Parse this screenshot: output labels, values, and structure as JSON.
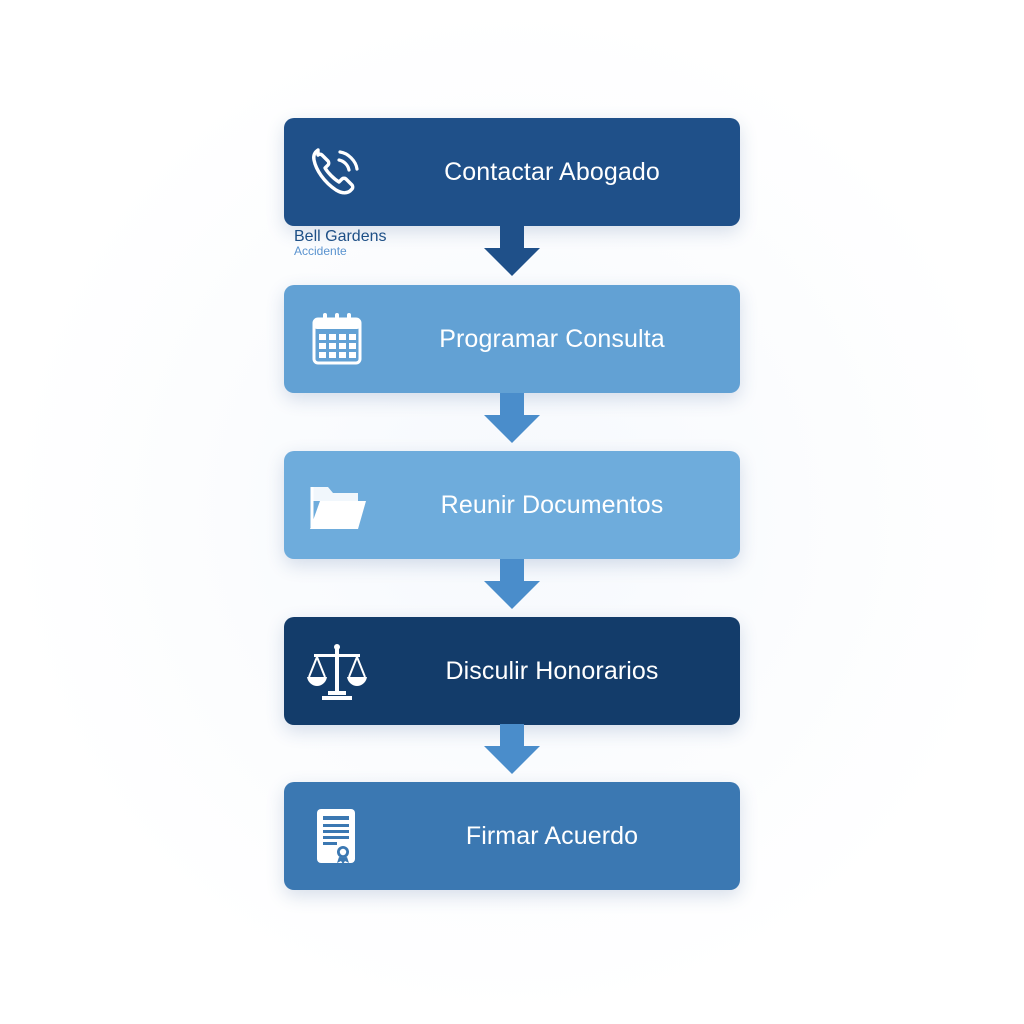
{
  "brand": {
    "name": "Bell Gardens",
    "subtitle": "Accidente"
  },
  "steps": [
    {
      "label": "Contactar Abogado",
      "icon": "phone-icon",
      "color": "#1f5089"
    },
    {
      "label": "Programar Consulta",
      "icon": "calendar-icon",
      "color": "#62a1d4"
    },
    {
      "label": "Reunir Documentos",
      "icon": "folder-icon",
      "color": "#6eacdc"
    },
    {
      "label": "Disculir Honorarios",
      "icon": "scales-icon",
      "color": "#133c6a"
    },
    {
      "label": "Firmar Acuerdo",
      "icon": "contract-icon",
      "color": "#3b78b2"
    }
  ],
  "arrows": [
    {
      "color": "#1f5089"
    },
    {
      "color": "#4a8dcb"
    },
    {
      "color": "#4a8dcb"
    },
    {
      "color": "#4a8dcb"
    }
  ]
}
